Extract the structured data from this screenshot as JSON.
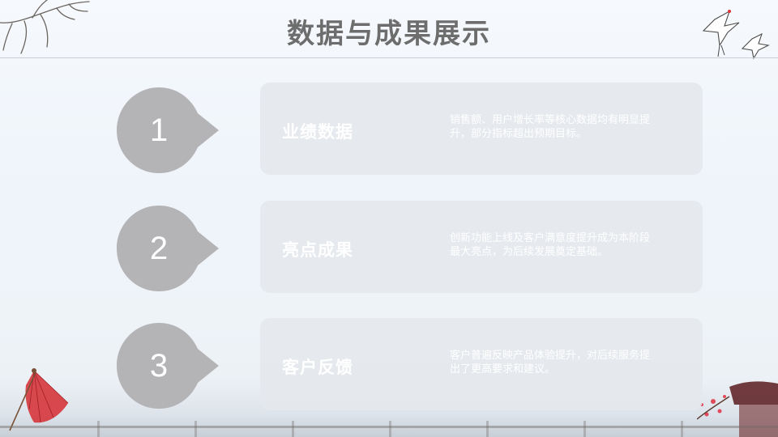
{
  "slide": {
    "title": "数据与成果展示",
    "items": [
      {
        "number": "1",
        "heading": "业绩数据",
        "description": "销售额、用户增长率等核心数据均有明显提升，部分指标超出预期目标。"
      },
      {
        "number": "2",
        "heading": "亮点成果",
        "description": "创新功能上线及客户满意度提升成为本阶段最大亮点，为后续发展奠定基础。"
      },
      {
        "number": "3",
        "heading": "客户反馈",
        "description": "客户普遍反映产品体验提升，对后续服务提出了更高要求和建议。"
      }
    ]
  },
  "colors": {
    "badge": "#b4b4b6",
    "card": "#e4e8ec",
    "title": "#6d6d6d"
  },
  "icons": {
    "top_left": "bare-branch-icon",
    "top_right": "crane-birds-icon",
    "bottom_left": "paper-umbrella-icon",
    "bottom_right": "plum-blossom-pavilion-icon"
  }
}
